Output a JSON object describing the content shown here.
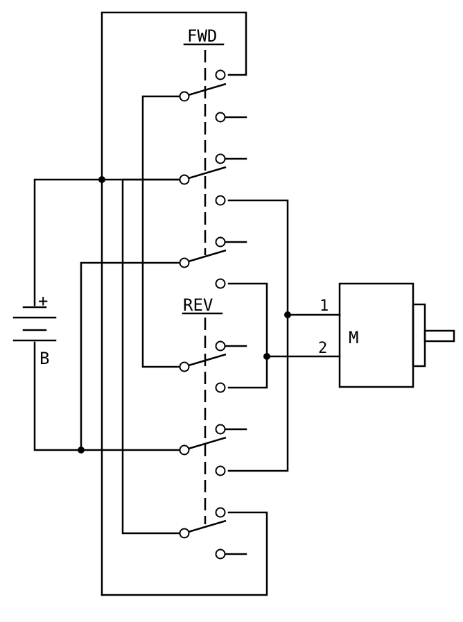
{
  "labels": {
    "fwd": "FWD",
    "rev": "REV",
    "plus": "+",
    "battery": "B",
    "motor": "M",
    "terminal_1": "1",
    "terminal_2": "2"
  },
  "components": {
    "switches": [
      "FWD",
      "REV"
    ],
    "poles_per_switch": 3,
    "battery": "B",
    "motor": "M"
  }
}
